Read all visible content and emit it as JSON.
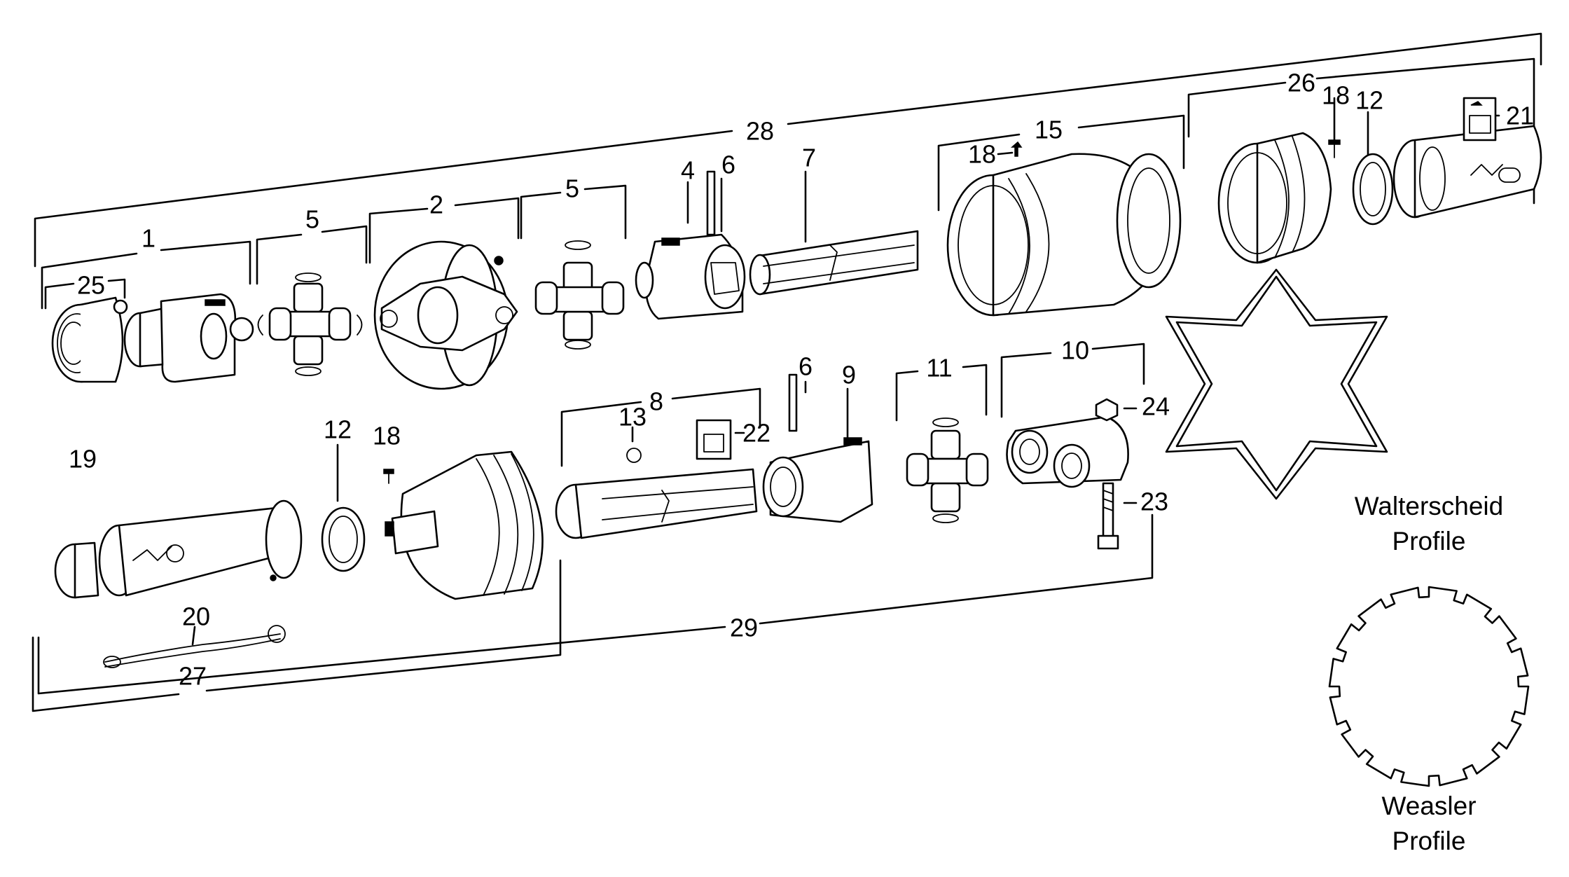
{
  "callouts": {
    "c1": "1",
    "c2": "2",
    "c4": "4",
    "c5a": "5",
    "c5b": "5",
    "c6a": "6",
    "c6b": "6",
    "c7": "7",
    "c8": "8",
    "c9": "9",
    "c10": "10",
    "c11": "11",
    "c12a": "12",
    "c12b": "12",
    "c13": "13",
    "c15": "15",
    "c18a": "18",
    "c18b": "18",
    "c18c": "18",
    "c19": "19",
    "c20": "20",
    "c21": "21",
    "c22": "22",
    "c23": "23",
    "c24": "24",
    "c25": "25",
    "c26": "26",
    "c27": "27",
    "c28": "28",
    "c29": "29"
  },
  "profiles": {
    "walterscheid": {
      "line1": "Walterscheid",
      "line2": "Profile"
    },
    "weasler": {
      "line1": "Weasler",
      "line2": "Profile"
    }
  }
}
